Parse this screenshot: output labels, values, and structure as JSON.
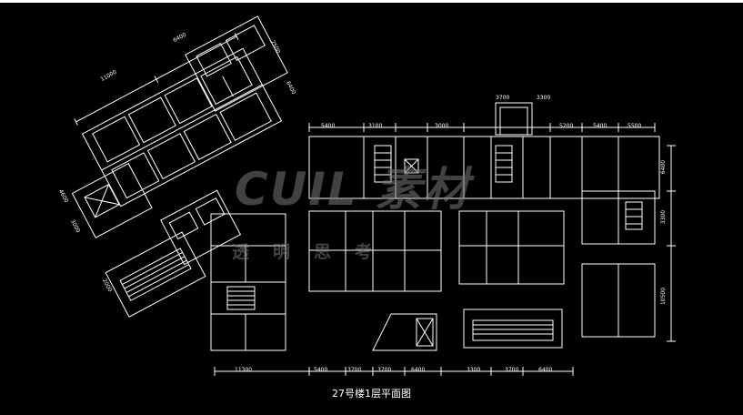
{
  "caption": "27号楼1层平面图",
  "watermark": {
    "main": "CUIL 素材",
    "sub": "透明思考"
  },
  "dimensions": {
    "bottom": [
      "11300",
      "5400",
      "3700",
      "3700",
      "6400",
      "3300",
      "3700",
      "6400"
    ],
    "top": [
      "5400",
      "3100",
      "3000",
      "3700",
      "3300",
      "5200",
      "5400",
      "5500"
    ],
    "right": [
      "6400",
      "3300",
      "10500"
    ],
    "left_wing_top": [
      "6400",
      "11000"
    ],
    "diag": [
      "2500",
      "6400",
      "4600",
      "3000",
      "2000"
    ]
  },
  "colors": {
    "background": "#000000",
    "lines": "#ffffff"
  }
}
